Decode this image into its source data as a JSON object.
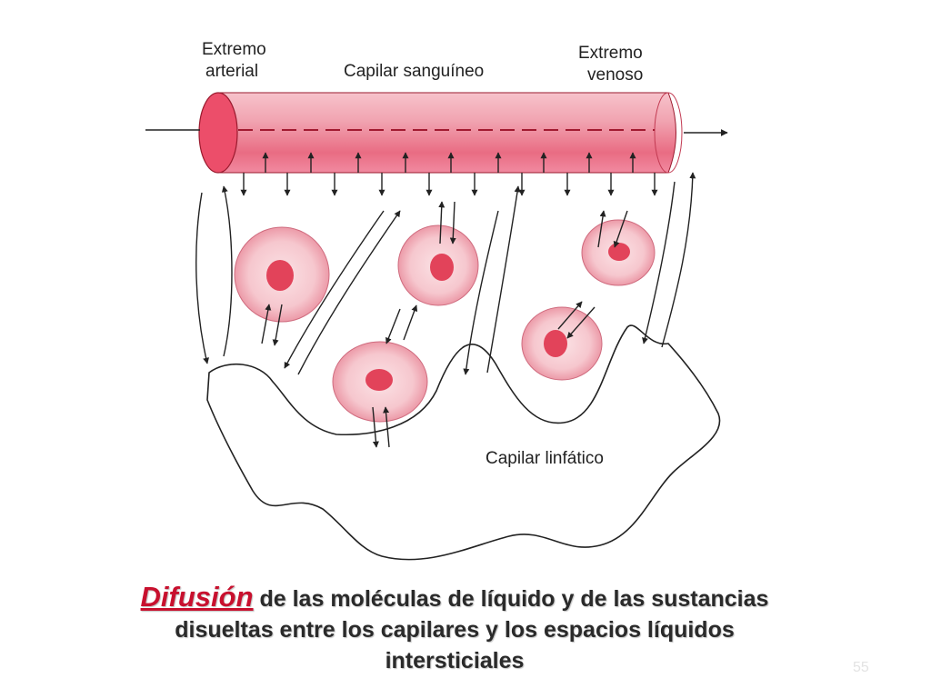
{
  "labels": {
    "arterial_end": [
      "Extremo",
      "arterial"
    ],
    "blood_capillary": "Capilar sanguíneo",
    "venous_end": [
      "Extremo",
      "venoso"
    ],
    "lymphatic_capillary": "Capilar linfático"
  },
  "caption": {
    "emphasis": "Difusión",
    "line1_rest": " de las moléculas de líquido y de las sustancias",
    "line2": "disueltas entre los capilares y los espacios líquidos",
    "line3": "intersticiales"
  },
  "slide_number": "55",
  "colors": {
    "capillary_fill": "#f0a0ae",
    "capillary_dark": "#e0455e",
    "capillary_cap": "#ec4e6a",
    "cell_fill": "#f7c9cf",
    "nucleus_fill": "#e2435a",
    "emphasis_text": "#c8102e"
  }
}
